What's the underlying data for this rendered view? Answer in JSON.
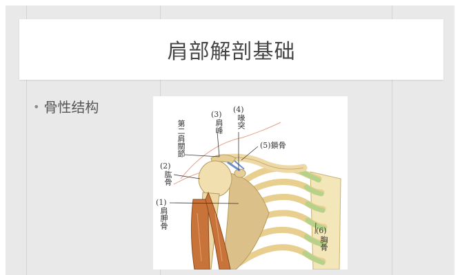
{
  "slide": {
    "title": "肩部解剖基础",
    "bullet": "骨性结构"
  },
  "figure": {
    "labels": {
      "second_joint": "第二肩關節",
      "l3_num": "(3)",
      "l3_text": "肩峰",
      "l4_num": "(4)",
      "l4_text": "喙突",
      "l5": "(5)鎖骨",
      "l2_num": "(2)",
      "l2_text": "肱骨",
      "l1_num": "(1)",
      "l1_text": "肩胛骨",
      "l6_num": "(6)",
      "l6_text": "胸骨"
    }
  },
  "colors": {
    "background": "#e9e9e9",
    "title_text": "#444444",
    "bone": "#eed9a6",
    "muscle": "#c8733a",
    "cartilage": "#b6d28a"
  }
}
